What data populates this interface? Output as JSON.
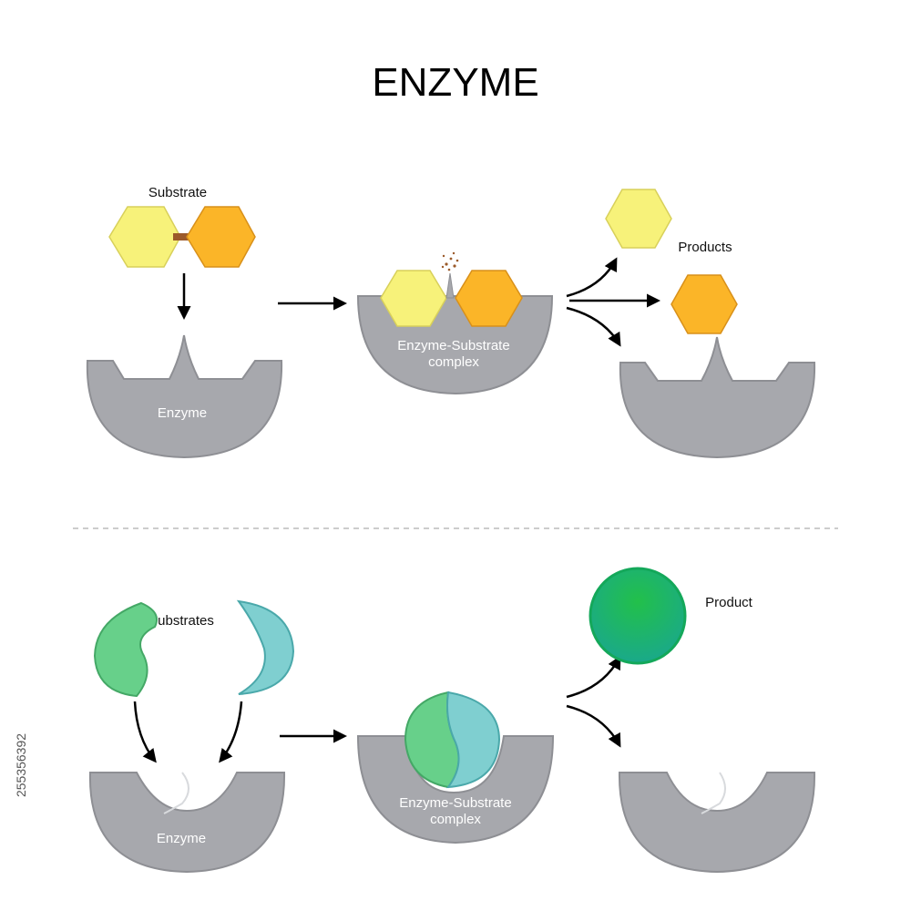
{
  "title": "ENZYME",
  "top_panel": {
    "substrate_label": "Substrate",
    "enzyme_label": "Enzyme",
    "complex_label_line1": "Enzyme-Substrate",
    "complex_label_line2": "complex",
    "products_label": "Products"
  },
  "bottom_panel": {
    "substrates_label": "Substrates",
    "enzyme_label": "Enzyme",
    "complex_label_line1": "Enzyme-Substrate",
    "complex_label_line2": "complex",
    "product_label": "Product"
  },
  "side_text": "255356392",
  "colors": {
    "enzyme_gray": "#a7a8ad",
    "enzyme_edge": "#8e8f94",
    "hex_yellow": "#f7f27a",
    "hex_orange": "#fbb528",
    "bond_brown": "#9b5a2a",
    "green_substrate": "#67d08a",
    "teal_substrate": "#7fcfd0",
    "product_green": "#1fb871"
  }
}
